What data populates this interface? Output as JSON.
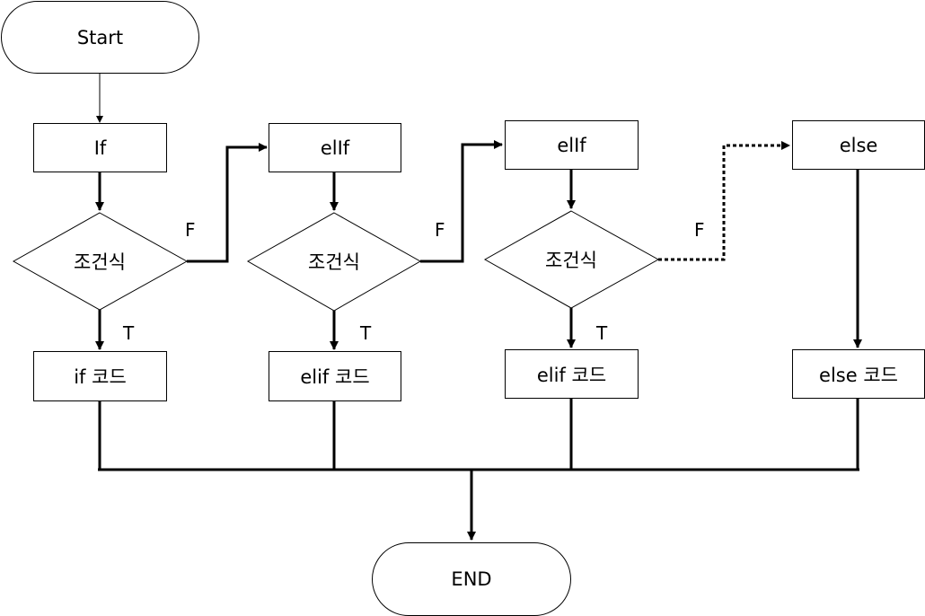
{
  "nodes": {
    "start": "Start",
    "end": "END",
    "if": "If",
    "elif1": "elIf",
    "elif2": "elIf",
    "else": "else",
    "cond1": "조건식",
    "cond2": "조건식",
    "cond3": "조건식",
    "code_if": "if 코드",
    "code_elif1": "elif 코드",
    "code_elif2": "elif 코드",
    "code_else": "else 코드"
  },
  "edges": {
    "false_label": "F",
    "true_label": "T"
  }
}
